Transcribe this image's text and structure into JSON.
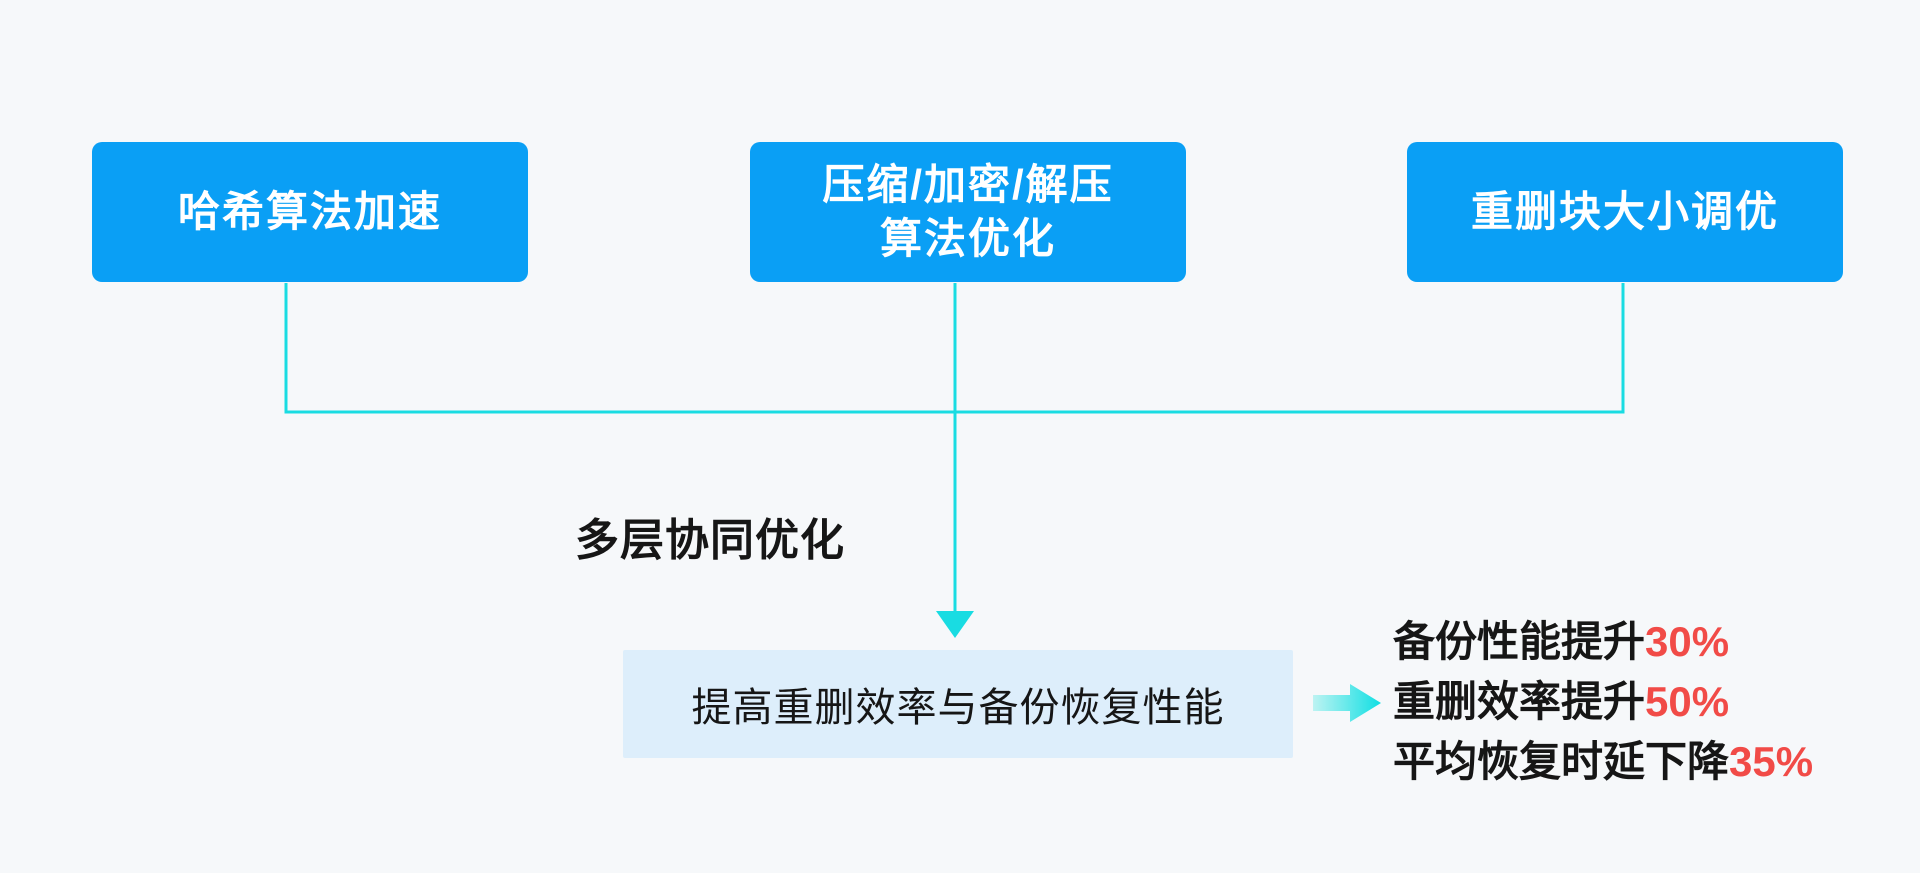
{
  "diagram": {
    "colors": {
      "background": "#F6F8FA",
      "node_fill": "#0A9FF5",
      "node_text": "#FFFFFF",
      "connector": "#19DCE2",
      "arrow_gradient_start": "#BDF3F2",
      "arrow_gradient_end": "#10DFE3",
      "result_fill": "#DDEEFB",
      "text": "#161616",
      "highlight": "#F14B47"
    },
    "top_nodes": [
      {
        "line1": "哈希算法加速",
        "line2": ""
      },
      {
        "line1": "压缩/加密/解压",
        "line2": "算法优化"
      },
      {
        "line1": "重删块大小调优",
        "line2": ""
      }
    ],
    "process_label": "多层协同优化",
    "result_node_label": "提高重删效率与备份恢复性能",
    "outcomes": [
      {
        "text": "备份性能提升",
        "value": "30%"
      },
      {
        "text": "重删效率提升",
        "value": "50%"
      },
      {
        "text": "平均恢复时延下降",
        "value": "35%"
      }
    ]
  }
}
